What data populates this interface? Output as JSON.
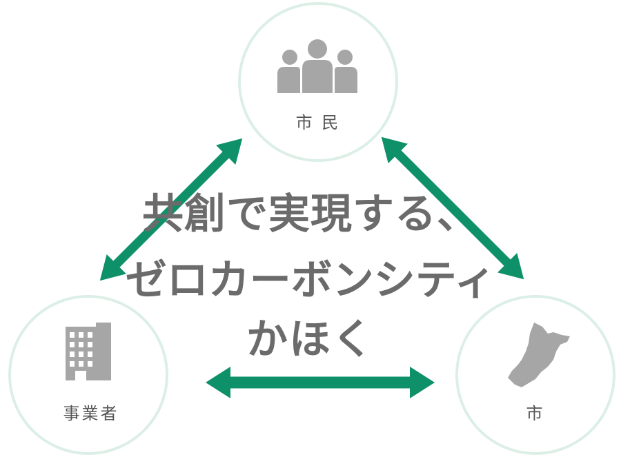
{
  "diagram": {
    "title_lines": [
      "共創で実現する、",
      "ゼロカーボンシティ",
      "かほく"
    ],
    "nodes": {
      "top": {
        "label": "市 民",
        "icon": "people-icon"
      },
      "left": {
        "label": "事業者",
        "icon": "building-icon"
      },
      "right": {
        "label": "市",
        "icon": "city-map-icon"
      }
    },
    "colors": {
      "arrow": "#0e9068",
      "circle_border": "#dcefe6",
      "icon": "#a6a6a6",
      "title": "#6b6b6b"
    }
  }
}
